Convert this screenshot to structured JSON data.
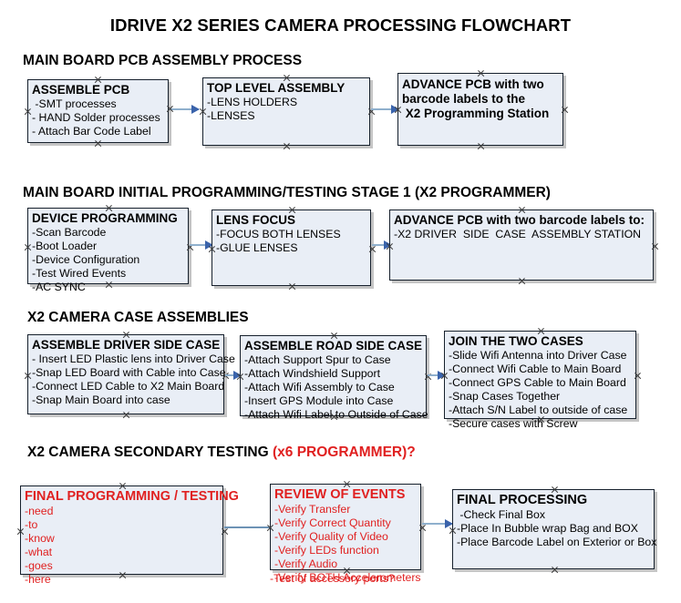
{
  "title": "IDRIVE X2  SERIES CAMERA PROCESSING FLOWCHART",
  "colors": {
    "box_fill": "#e9eef6",
    "box_border": "#16202c",
    "connector": "#8fb0cd",
    "arrowhead": "#3a63ab",
    "accent_red": "#e02020",
    "text": "#000000"
  },
  "sections": [
    {
      "id": "main-board-pcb-assembly",
      "heading": "MAIN BOARD PCB ASSEMBLY PROCESS",
      "heading_accent": "",
      "boxes": [
        {
          "id": "assemble-pcb",
          "title": "ASSEMBLE PCB",
          "lines": [
            " -SMT processes",
            "- HAND Solder processes",
            "- Attach Bar Code Label"
          ]
        },
        {
          "id": "top-level-assembly",
          "title": "TOP LEVEL ASSEMBLY",
          "lines": [
            "-LENS HOLDERS",
            "-LENSES"
          ]
        },
        {
          "id": "advance-pcb-programming-station",
          "title": "ADVANCE PCB with two\nbarcode labels to the\n X2 Programming Station",
          "lines": []
        }
      ]
    },
    {
      "id": "main-board-initial-programming",
      "heading": "MAIN BOARD INITIAL PROGRAMMING/TESTING STAGE 1 (X2 PROGRAMMER)",
      "heading_accent": "",
      "boxes": [
        {
          "id": "device-programming",
          "title": "DEVICE PROGRAMMING",
          "lines": [
            "-Scan Barcode",
            "-Boot Loader",
            "-Device Configuration",
            "-Test Wired Events",
            "-AC SYNC"
          ]
        },
        {
          "id": "lens-focus",
          "title": "LENS FOCUS",
          "lines": [
            "-FOCUS BOTH LENSES",
            "-GLUE LENSES"
          ]
        },
        {
          "id": "advance-pcb-driver-side",
          "title": "ADVANCE PCB with two barcode labels to:",
          "lines": [
            "-X2 DRIVER  SIDE  CASE  ASSEMBLY STATION"
          ]
        }
      ]
    },
    {
      "id": "x2-camera-case-assemblies",
      "heading": "X2 CAMERA CASE ASSEMBLIES",
      "heading_accent": "",
      "boxes": [
        {
          "id": "assemble-driver-side-case",
          "title": "ASSEMBLE DRIVER SIDE CASE",
          "lines": [
            "- Insert LED Plastic lens into Driver Case",
            "-Snap LED Board with Cable into Case",
            "-Connect LED Cable to X2 Main Board",
            "-Snap Main Board into case"
          ]
        },
        {
          "id": "assemble-road-side-case",
          "title": "ASSEMBLE ROAD SIDE CASE",
          "lines": [
            "-Attach Support Spur to Case",
            "-Attach Windshield Support",
            "-Attach Wifi Assembly to Case",
            "-Insert GPS Module into Case",
            "-Attach Wifi Label to Outside of Case"
          ]
        },
        {
          "id": "join-the-two-cases",
          "title": "JOIN THE TWO CASES",
          "lines": [
            "-Slide Wifi Antenna into Driver Case",
            "-Connect Wifi Cable to Main Board",
            "-Connect GPS Cable to Main Board",
            "-Snap Cases Together",
            "-Attach S/N Label to outside of case",
            "-Secure cases with Screw"
          ]
        }
      ]
    },
    {
      "id": "x2-camera-secondary-testing",
      "heading": "X2 CAMERA SECONDARY TESTING ",
      "heading_accent": "(x6 PROGRAMMER)?",
      "boxes": [
        {
          "id": "final-programming-testing",
          "title": "FINAL PROGRAMMING / TESTING",
          "lines": [
            "-need",
            "-to",
            "-know",
            "-what",
            "-goes",
            "-here"
          ]
        },
        {
          "id": "review-of-events",
          "title": "REVIEW OF EVENTS",
          "lines": [
            "-Verify Transfer",
            "-Verify Correct Quantity",
            "-Verify Quality of Video",
            "-Verify LEDs function",
            "-Verify Audio",
            "-Verify BOTH Accelerometers"
          ],
          "overflow_line": "-Test of accessory ports?"
        },
        {
          "id": "final-processing",
          "title": "FINAL PROCESSING",
          "lines": [
            " -Check Final Box",
            "-Place In Bubble wrap Bag and BOX",
            "-Place Barcode Label on Exterior or Box"
          ]
        }
      ]
    }
  ]
}
